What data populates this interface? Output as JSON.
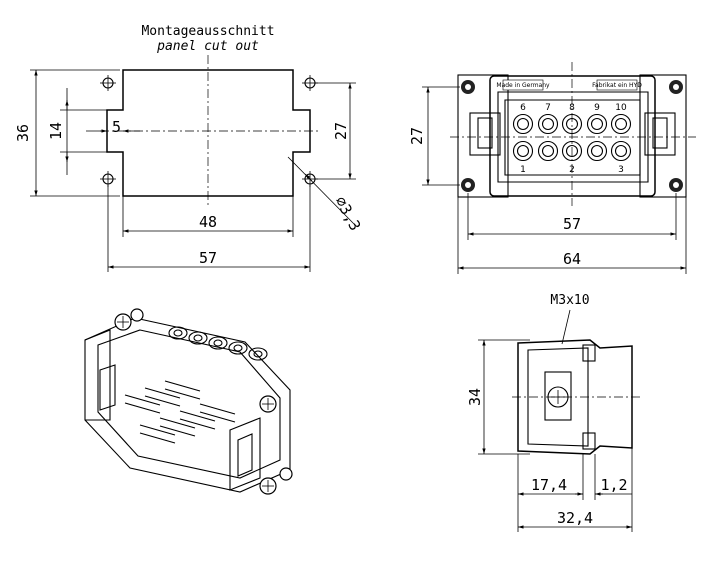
{
  "cutout": {
    "title_de": "Montageausschnitt",
    "title_en": "panel cut out",
    "dim_height": "36",
    "dim_14": "14",
    "dim_5": "5",
    "dim_27": "27",
    "dim_48": "48",
    "dim_57": "57",
    "dim_hole": "⌀3,3"
  },
  "front_view": {
    "dim_27": "27",
    "dim_57": "57",
    "dim_64": "64",
    "label_left": "Made in Germany",
    "label_right": "Fabrikat ein HYD",
    "pin_top": [
      "6",
      "7",
      "8",
      "9",
      "10"
    ],
    "pin_bottom": [
      "1",
      "2",
      "3"
    ]
  },
  "side_view": {
    "screw": "M3x10",
    "dim_34": "34",
    "dim_17_4": "17,4",
    "dim_1_2": "1,2",
    "dim_32_4": "32,4"
  }
}
